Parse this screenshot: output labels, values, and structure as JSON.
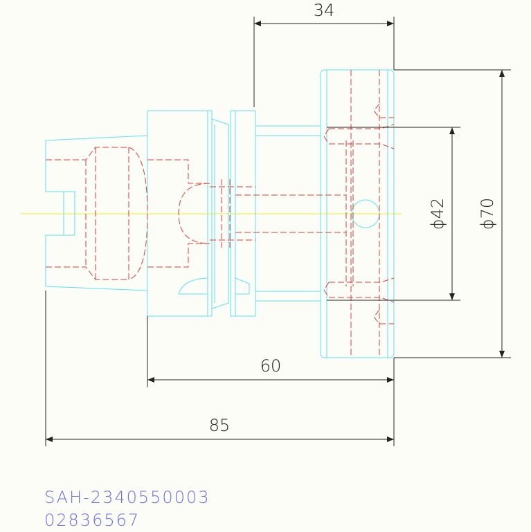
{
  "dimensions": {
    "top": "34",
    "diameter_small": "ϕ42",
    "diameter_large": "ϕ70",
    "middle": "60",
    "overall": "85"
  },
  "captions": {
    "part_number": "SAH-2340550003",
    "code": "02836567"
  },
  "colors": {
    "background": "#fbfdf6",
    "outline": "#5fe0f0",
    "hidden": "#e03a3a",
    "centerline": "#f2ea3c",
    "dimension": "#222222",
    "caption": "#6f6ff0"
  }
}
